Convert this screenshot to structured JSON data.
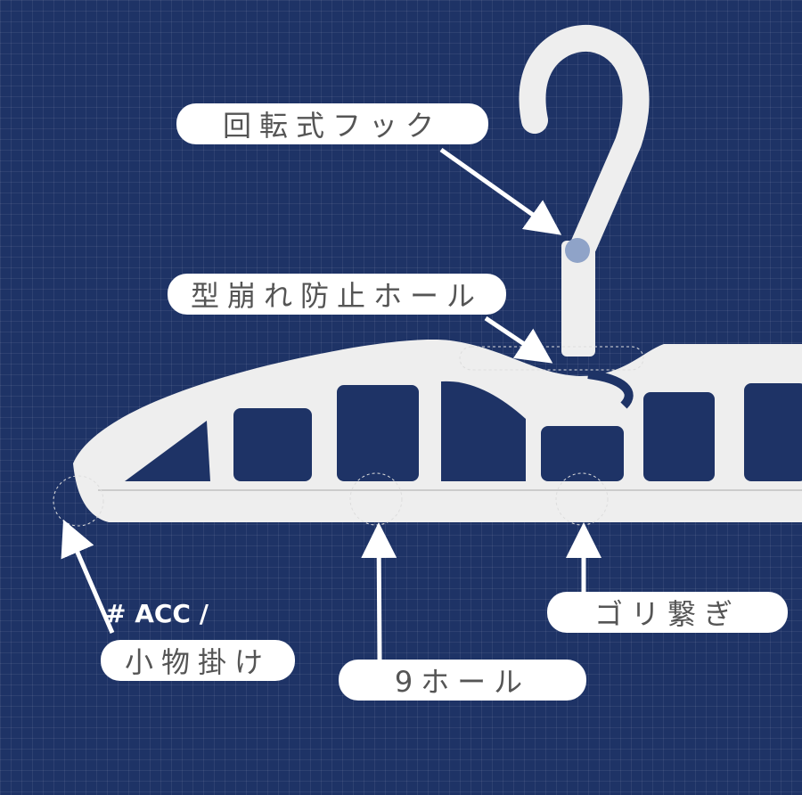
{
  "labels": {
    "swivel_hook": "回転式フック",
    "anti_slip_hole": "型崩れ防止ホール",
    "acc_tag": "# ACC /",
    "accessory_hook": "小物掛け",
    "nine_holes": "9ホール",
    "ribs": "ゴリ繋ぎ"
  },
  "colors": {
    "background": "#1e3366",
    "hanger": "#eeeeee",
    "pill_text": "#555555"
  }
}
